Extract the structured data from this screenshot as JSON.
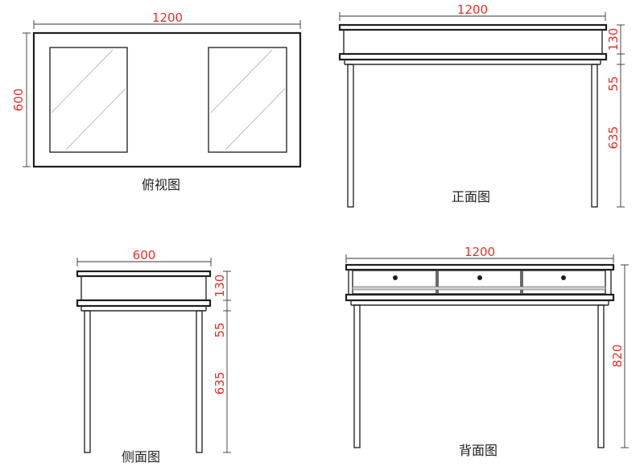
{
  "colors": {
    "dimension_text": "#e0322b",
    "outline": "#1e1e1e",
    "background": "#ffffff"
  },
  "views": {
    "top": {
      "caption": "俯视图",
      "width_label": "1200",
      "depth_label": "600"
    },
    "front": {
      "caption": "正面图",
      "width_label": "1200",
      "dims": [
        "130",
        "55",
        "635"
      ]
    },
    "side": {
      "caption": "侧面图",
      "width_label": "600",
      "dims": [
        "130",
        "55",
        "635"
      ]
    },
    "back": {
      "caption": "背面图",
      "width_label": "1200",
      "height_label": "820"
    }
  }
}
